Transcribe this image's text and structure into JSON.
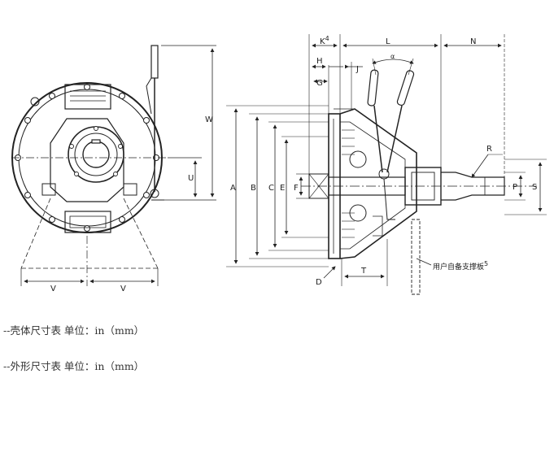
{
  "front_view": {
    "dimension_labels": {
      "w": "W",
      "u": "U",
      "v_left": "V",
      "v_right": "V"
    }
  },
  "side_view": {
    "dimension_labels": {
      "k": "K",
      "k_sup": "4",
      "l": "L",
      "n": "N",
      "h": "H",
      "j": "J",
      "alpha": "α",
      "g": "G",
      "a": "A",
      "b": "B",
      "c": "C",
      "e": "E",
      "f": "F",
      "r": "R",
      "p": "P",
      "s": "S",
      "d": "D",
      "t": "T"
    },
    "callout": {
      "text": "用户自备支撑板",
      "sup": "5"
    }
  },
  "captions": {
    "housing_table": "--壳体尺寸表 单位：in（mm）",
    "outline_table": "--外形尺寸表 单位：in（mm）"
  }
}
